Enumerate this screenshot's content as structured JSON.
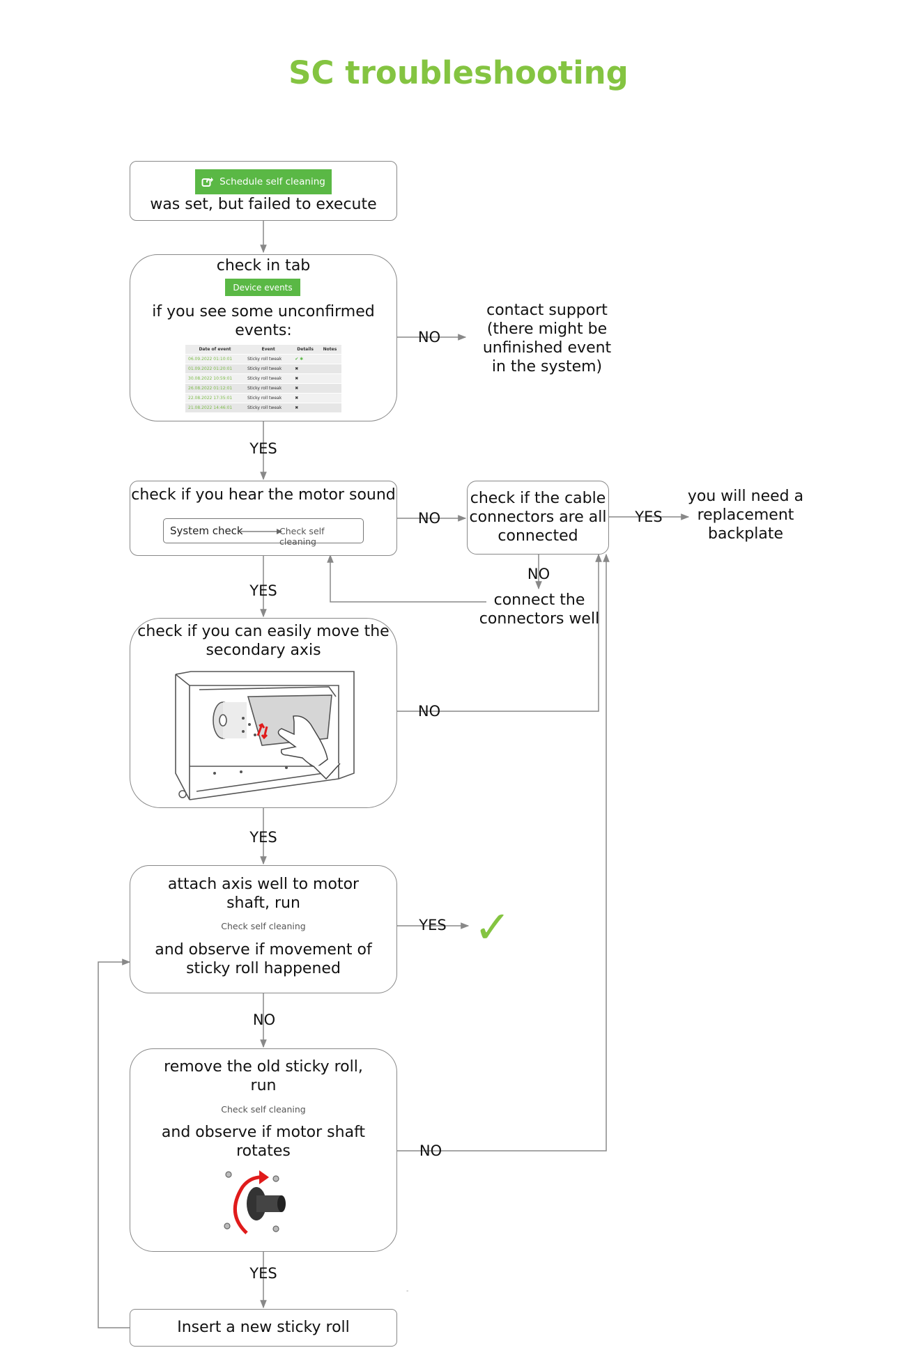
{
  "title": "SC troubleshooting",
  "colors": {
    "accent_green": "#84c441",
    "button_green": "#5ab845",
    "line_gray": "#888888",
    "arrow_red": "#e01b1b"
  },
  "box1": {
    "button_label": "Schedule self cleaning",
    "button_icon": "share-icon",
    "text": "was set, but failed to execute"
  },
  "box2": {
    "line1": "check in tab",
    "tab_button": "Device events",
    "line2": "if you see some unconfirmed events:",
    "table": {
      "headers": [
        "Date of event",
        "Event",
        "Details",
        "Notes"
      ],
      "rows": [
        [
          "06.09.2022 01:10:01",
          "Sticky roll tweak",
          "✔ ✱",
          ""
        ],
        [
          "01.09.2022 01:20:01",
          "Sticky roll tweak",
          "✖",
          ""
        ],
        [
          "30.08.2022 10:59:01",
          "Sticky roll tweak",
          "✖",
          ""
        ],
        [
          "26.08.2022 01:12:01",
          "Sticky roll tweak",
          "✖",
          ""
        ],
        [
          "22.08.2022 17:35:01",
          "Sticky roll tweak",
          "✖",
          ""
        ],
        [
          "21.08.2022 14:46:01",
          "Sticky roll tweak",
          "✖",
          ""
        ]
      ]
    }
  },
  "contact": {
    "text": "contact support (there might be unfinished event in the system)"
  },
  "box3": {
    "text": "check if you hear the motor sound",
    "path_from": "System check",
    "path_to": "Check self cleaning"
  },
  "cable_box": {
    "text": "check if the cable connectors are all connected"
  },
  "replacement": {
    "text": "you will need a replacement backplate"
  },
  "connect_note": {
    "text": "connect the connectors well"
  },
  "box4": {
    "text": "check if you can easily move the secondary axis"
  },
  "box5": {
    "line1": "attach axis well to motor shaft, run",
    "button": "Check self cleaning",
    "line2": "and observe if movement of sticky roll happened"
  },
  "success": {
    "icon": "checkmark-icon",
    "symbol": "✓"
  },
  "box6": {
    "line1": "remove the old sticky roll, run",
    "button": "Check self cleaning",
    "line2": "and observe if motor shaft rotates"
  },
  "box7": {
    "text": "Insert a new sticky roll"
  },
  "labels": {
    "no_contact": "NO",
    "yes_1": "YES",
    "no_cable": "NO",
    "yes_replace": "YES",
    "no_connect": "NO",
    "yes_2": "YES",
    "no_axis": "NO",
    "yes_3": "YES",
    "yes_success": "YES",
    "no_4": "NO",
    "no_shaft": "NO",
    "yes_5": "YES"
  },
  "tiny_mark": "-"
}
